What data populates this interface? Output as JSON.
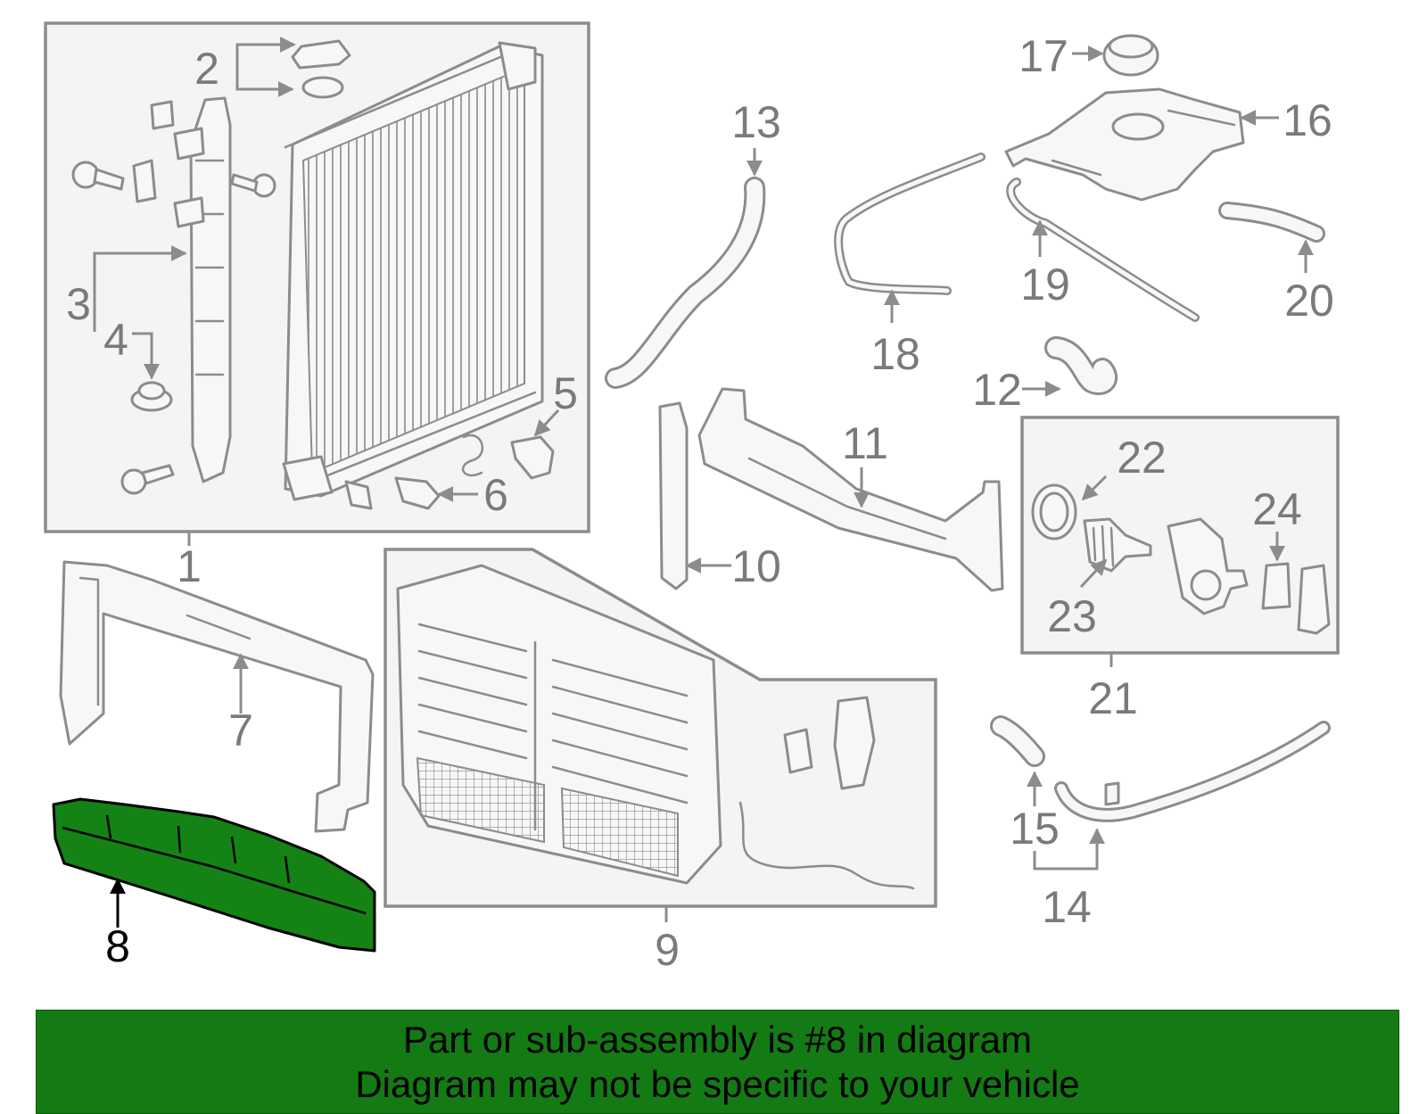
{
  "callouts": {
    "c1": "1",
    "c2": "2",
    "c3": "3",
    "c4": "4",
    "c5": "5",
    "c6": "6",
    "c7": "7",
    "c8": "8",
    "c9": "9",
    "c10": "10",
    "c11": "11",
    "c12": "12",
    "c13": "13",
    "c14": "14",
    "c15": "15",
    "c16": "16",
    "c17": "17",
    "c18": "18",
    "c19": "19",
    "c20": "20",
    "c21": "21",
    "c22": "22",
    "c23": "23",
    "c24": "24"
  },
  "highlight": {
    "part_number": "8",
    "color": "#148214"
  },
  "banner": {
    "line1": "Part or sub-assembly is #8 in diagram",
    "line2": "Diagram may not be specific to your vehicle",
    "background": "#147a14"
  }
}
